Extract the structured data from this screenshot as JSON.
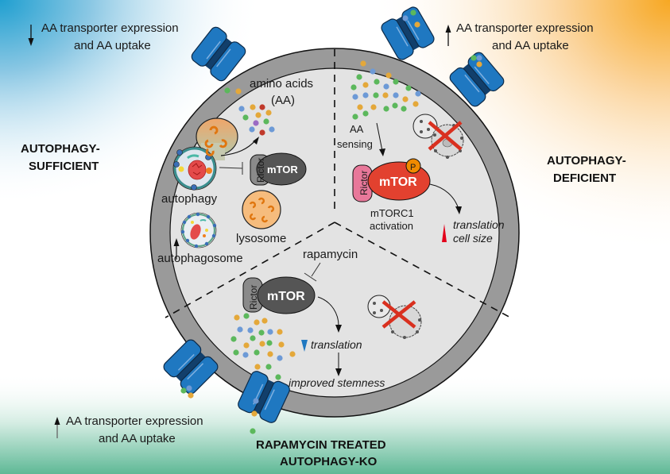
{
  "figure": {
    "quadrants": {
      "sufficient": {
        "condition_title_line1": "AUTOPHAGY-",
        "condition_title_line2": "SUFFICIENT",
        "transporter_note_line1": "AA transporter expression",
        "transporter_note_line2": "and AA uptake",
        "transporter_trend": "down",
        "amino_acids_line1": "amino acids",
        "amino_acids_line2": "(AA)",
        "autophagy_label": "autophagy",
        "lysosome_label": "lysosome",
        "autophagosome_label": "autophagosome",
        "rictor_label": "Rictor",
        "mtor_label": "mTOR"
      },
      "deficient": {
        "condition_title_line1": "AUTOPHAGY-",
        "condition_title_line2": "DEFICIENT",
        "transporter_note_line1": "AA transporter expression",
        "transporter_note_line2": "and AA uptake",
        "transporter_trend": "up",
        "aa_sensing_line1": "AA",
        "aa_sensing_line2": "sensing",
        "rictor_label": "Rictor",
        "mtor_label": "mTOR",
        "phospho_label": "P",
        "mtorc1_line1": "mTORC1",
        "mtorc1_line2": "activation",
        "outcome_line1": "translation",
        "outcome_line2": "cell size",
        "outcome_trend": "up"
      },
      "rapamycin": {
        "condition_title_line1": "RAPAMYCIN TREATED",
        "condition_title_line2": "AUTOPHAGY-KO",
        "transporter_note_line1": "AA transporter expression",
        "transporter_note_line2": "and AA uptake",
        "transporter_trend": "up",
        "drug_label": "rapamycin",
        "rictor_label": "Rictor",
        "mtor_label": "mTOR",
        "translation_label": "translation",
        "translation_trend": "down",
        "stemness_label": "improved stemness"
      }
    },
    "colors": {
      "sufficient_bg": "#1f9fd0",
      "deficient_bg": "#f7a823",
      "rapamycin_bg": "#5fb996",
      "membrane": "#9a9a9a",
      "cytoplasm": "#e3e3e3",
      "transporter": "#1f78c1",
      "transporter_dark": "#123f6b",
      "mtor_inactive": "#555555",
      "mtor_active": "#e2412f",
      "rictor_inactive": "#8a8a8a",
      "rictor_active": "#e8789a",
      "phospho": "#f08a00",
      "increase_marker": "#e3001b",
      "decrease_marker": "#1f78c1",
      "cross": "#d9301f",
      "aa_green": "#5cb85c",
      "aa_blue": "#6d9ad6",
      "aa_orange": "#e4a83a",
      "aa_red": "#c0392b",
      "aa_purple": "#9b6bc4"
    }
  }
}
